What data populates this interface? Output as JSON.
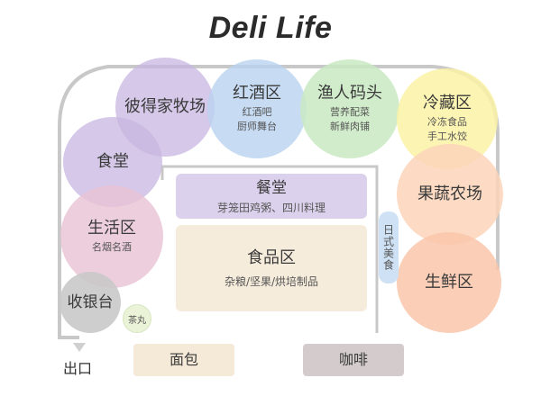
{
  "title": "Deli Life",
  "zones": {
    "bide": {
      "name": "彼得家牧场"
    },
    "redwine": {
      "name": "红酒区",
      "sub1": "红酒吧",
      "sub2": "厨师舞台"
    },
    "fisher": {
      "name": "渔人码头",
      "sub1": "营养配菜",
      "sub2": "新鲜肉铺"
    },
    "cold": {
      "name": "冷藏区",
      "sub1": "冷冻食品",
      "sub2": "手工水饺"
    },
    "shitang": {
      "name": "食堂"
    },
    "fruit": {
      "name": "果蔬农场"
    },
    "life": {
      "name": "生活区",
      "sub1": "名烟名酒"
    },
    "fresh": {
      "name": "生鲜区"
    },
    "cashier": {
      "name": "收银台"
    },
    "tea": {
      "name": "茶丸"
    },
    "canteen": {
      "name": "餐堂",
      "sub": "芽笼田鸡粥、四川料理"
    },
    "food": {
      "name": "食品区",
      "sub": "杂粮/坚果/烘培制品"
    },
    "japanese": {
      "name": "日式美食"
    },
    "bread": {
      "name": "面包"
    },
    "coffee": {
      "name": "咖啡"
    },
    "exit": {
      "name": "出口"
    }
  },
  "colors": {
    "purple": "#c7b6e0",
    "blue": "#b9d3f0",
    "green": "#c9e9c2",
    "yellow": "#fbf2a6",
    "orange": "#fbd3b8",
    "pink": "#e9c2d3",
    "grey": "#c9c9c9",
    "beige": "#f5ead8",
    "outline": "#c8c8c8"
  }
}
